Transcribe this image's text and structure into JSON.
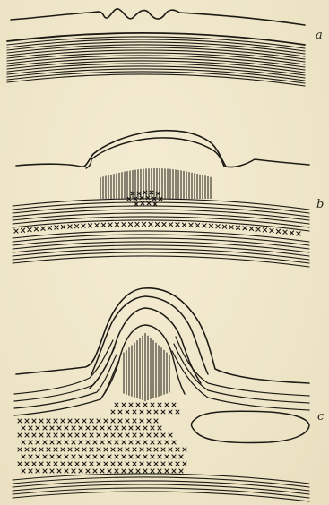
{
  "figure": {
    "panels": [
      {
        "id": "a",
        "label": "a"
      },
      {
        "id": "b",
        "label": "b"
      },
      {
        "id": "c",
        "label": "c"
      }
    ],
    "ink_color": "#1c1a14",
    "paper_color": "#efe6c9"
  }
}
